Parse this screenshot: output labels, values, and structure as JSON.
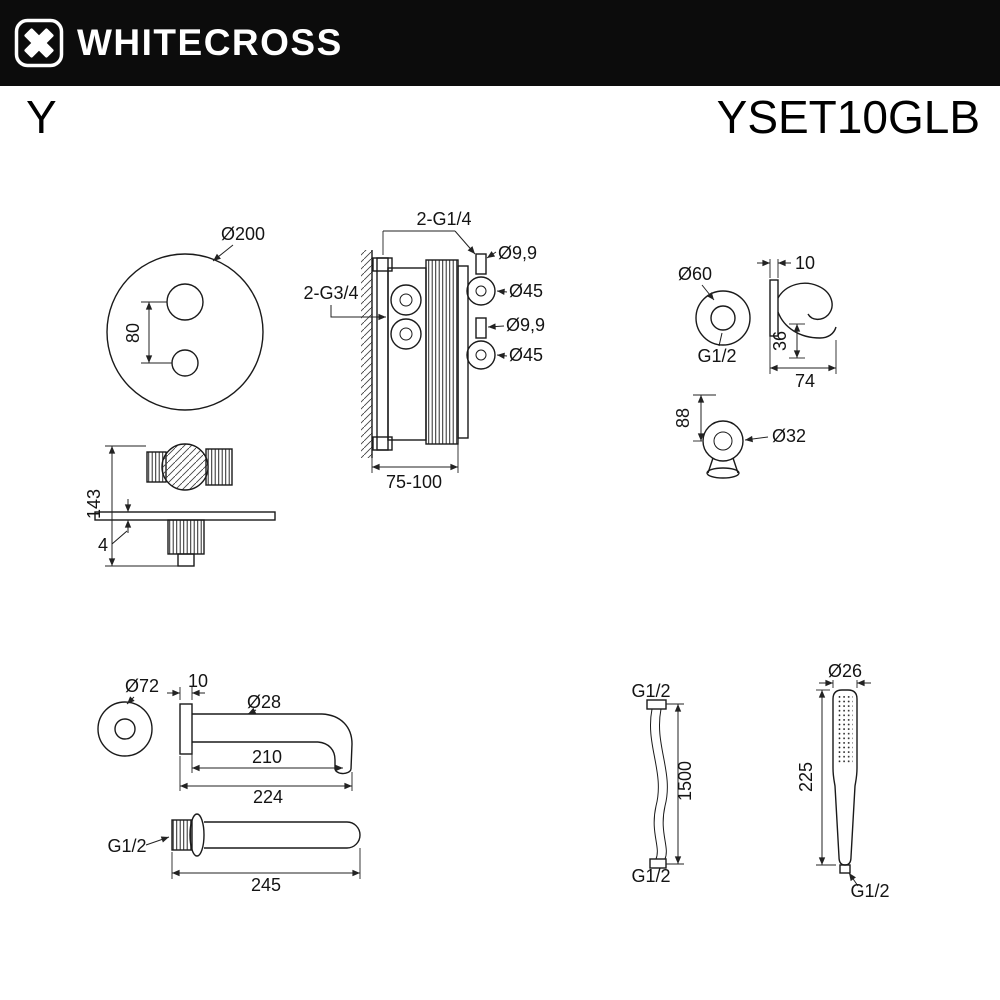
{
  "header": {
    "brand": "WHITECROSS"
  },
  "titles": {
    "series": "Y",
    "model": "YSET10GLB"
  },
  "colors": {
    "header_background": "#0c0c0c",
    "drawing_line": "#1a1a1a",
    "text": "#141414"
  },
  "dims": {
    "thermostat_front": {
      "diameter": "Ø200",
      "handle_spacing": "80"
    },
    "valve_side": {
      "outlets_thread": "2-G1/4",
      "inlets_thread": "2-G3/4",
      "port_top_diameter": "Ø9,9",
      "trim_top_diameter": "Ø45",
      "port_bottom_diameter": "Ø9,9",
      "trim_bottom_diameter": "Ø45",
      "mounting_depth": "75-100"
    },
    "wall_outlet": {
      "escutcheon_diameter": "Ø60",
      "plate_thickness": "10",
      "thread": "G1/2",
      "holder_height": "36",
      "projection": "74",
      "drop": "88",
      "holder_diameter": "Ø32"
    },
    "trim_side": {
      "height": "143",
      "plate_thickness": "4"
    },
    "spout": {
      "flange_diameter": "Ø72",
      "plate_thickness": "10",
      "tube_diameter": "Ø28",
      "reach": "210",
      "length_total": "224",
      "thread": "G1/2",
      "length_straight": "245"
    },
    "hose": {
      "thread_top": "G1/2",
      "length": "1500",
      "thread_bottom": "G1/2"
    },
    "hand_shower": {
      "head_diameter": "Ø26",
      "length": "225",
      "thread": "G1/2"
    }
  }
}
